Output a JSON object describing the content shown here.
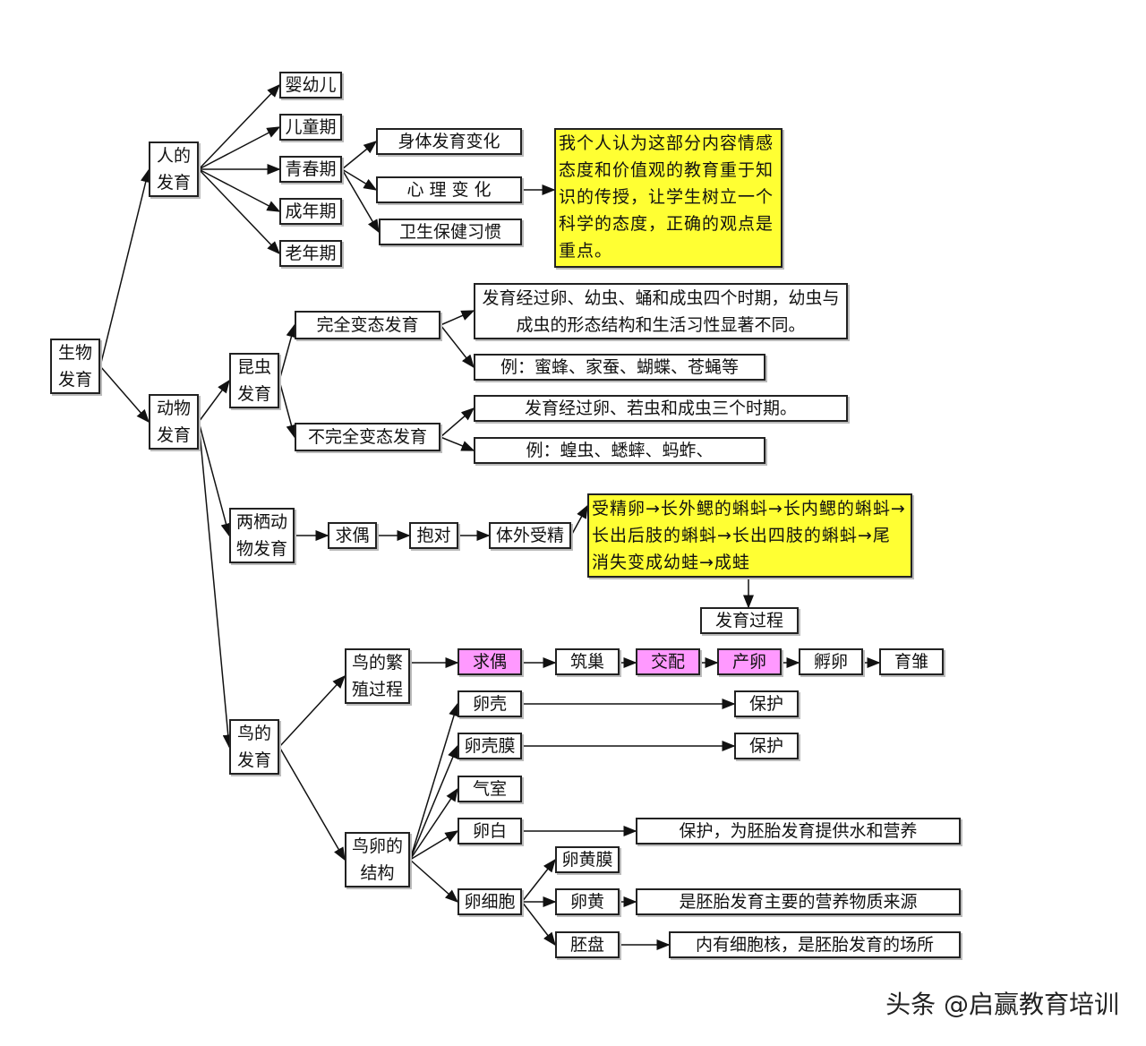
{
  "root": "生物发育",
  "human": {
    "title": "人的发育",
    "stages": [
      "婴幼儿",
      "儿童期",
      "青春期",
      "成年期",
      "老年期"
    ],
    "puberty": [
      "身体发育变化",
      "心 理 变 化",
      "卫生保健习惯"
    ],
    "note": "我个人认为这部分内容情感态度和价值观的教育重于知识的传授，让学生树立一个科学的态度，正确的观点是重点。"
  },
  "animal": {
    "title": "动物发育",
    "insect": {
      "title": "昆虫发育",
      "complete": "完全变态发育",
      "complete_desc": "发育经过卵、幼虫、蛹和成虫四个时期，幼虫与成虫的形态结构和生活习性显著不同。",
      "complete_ex": "例：蜜蜂、家蚕、蝴蝶、苍蝇等",
      "incomplete": "不完全变态发育",
      "incomplete_desc": "发育经过卵、若虫和成虫三个时期。",
      "incomplete_ex": "例：蝗虫、蟋蟀、蚂蚱、"
    },
    "amphibian": {
      "title": "两栖动物发育",
      "steps": [
        "求偶",
        "抱对",
        "体外受精"
      ],
      "process": "受精卵→长外鳃的蝌蚪→长内鳃的蝌蚪→长出后肢的蝌蚪→长出四肢的蝌蚪→尾消失变成幼蛙→成蛙",
      "process_label": "发育过程"
    },
    "bird": {
      "title": "鸟的发育",
      "repro": "鸟的繁殖过程",
      "repro_steps": [
        "求偶",
        "筑巢",
        "交配",
        "产卵",
        "孵卵",
        "育雏"
      ],
      "egg": "鸟卵的结构",
      "parts": [
        "卵壳",
        "卵壳膜",
        "气室",
        "卵白",
        "卵细胞"
      ],
      "shell_fn": "保护",
      "membrane_fn": "保护",
      "white_fn": "保护，为胚胎发育提供水和营养",
      "cell_parts": [
        "卵黄膜",
        "卵黄",
        "胚盘"
      ],
      "yolk_fn": "是胚胎发育主要的营养物质来源",
      "disc_fn": "内有细胞核，是胚胎发育的场所"
    }
  },
  "watermark": "头条 @启赢教育培训",
  "colors": {
    "note": "#ffff33",
    "highlight": "#ff99ff"
  }
}
